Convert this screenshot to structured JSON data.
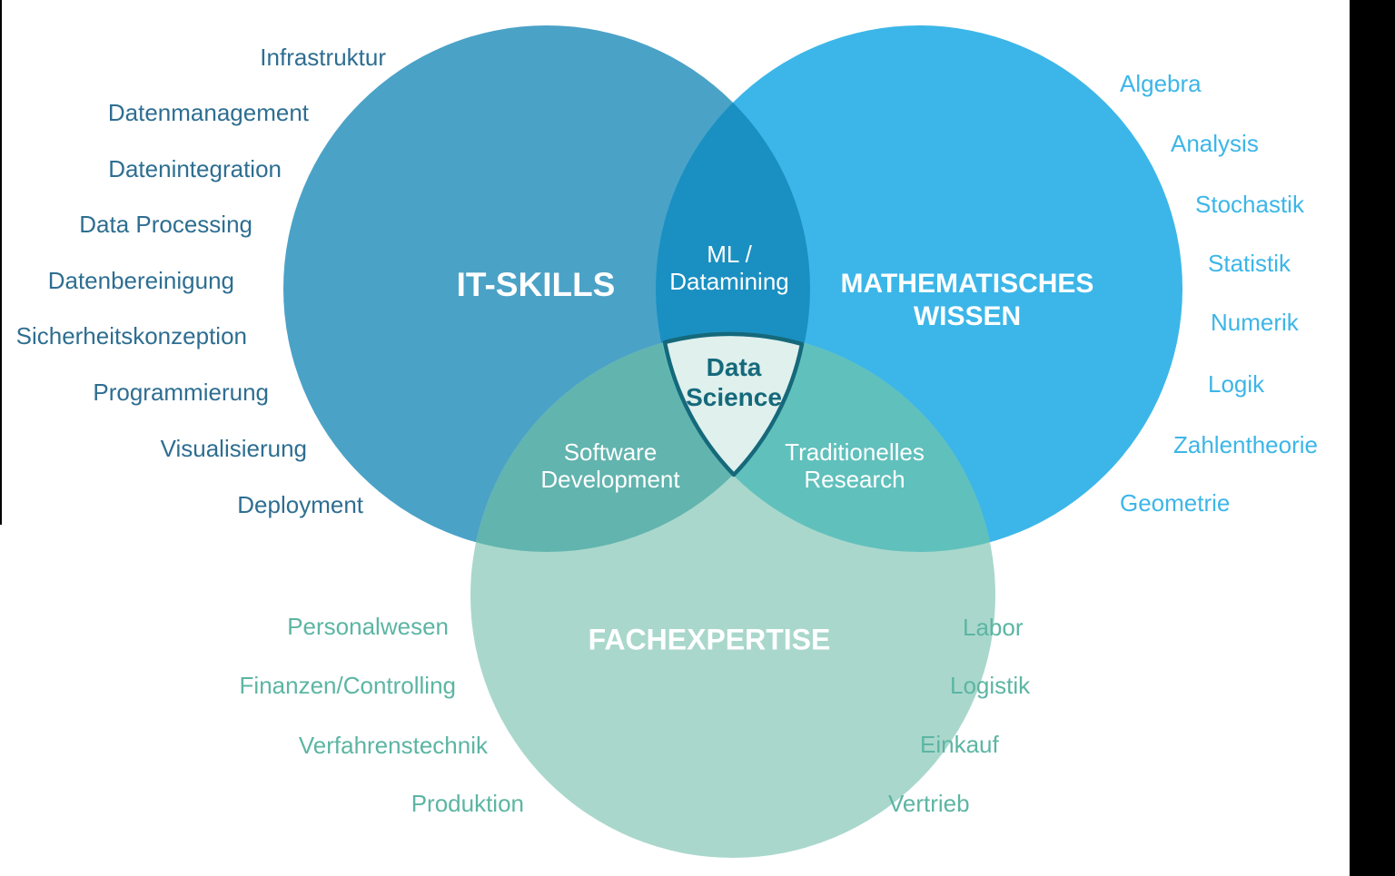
{
  "page": {
    "background": "#FFFFFF"
  },
  "artifacts": {
    "right_bar_color": "#000000",
    "left_edge_line_color": "#000000"
  },
  "venn": {
    "center": {
      "label": "Data\nScience",
      "fill": "#DFF0ED",
      "border": "#15697B",
      "text_color": "#15697B"
    },
    "it": {
      "title": "IT-SKILLS",
      "color": "#4BA2C7",
      "text_color": "#2E6E91",
      "items": [
        "Infrastruktur",
        "Datenmanagement",
        "Datenintegration",
        "Data Processing",
        "Datenbereinigung",
        "Sicherheitskonzeption",
        "Programmierung",
        "Visualisierung",
        "Deployment"
      ]
    },
    "math": {
      "title": "MATHEMATISCHES\nWISSEN",
      "color": "#3CB6E8",
      "text_color": "#3CB6E8",
      "items": [
        "Algebra",
        "Analysis",
        "Stochastik",
        "Statistik",
        "Numerik",
        "Logik",
        "Zahlentheorie",
        "Geometrie"
      ]
    },
    "fach": {
      "title": "FACHEXPERTISE",
      "color": "#A9D7CC",
      "text_color": "#5CB5A3",
      "items_left": [
        "Personalwesen",
        "Finanzen/Controlling",
        "Verfahrenstechnik",
        "Produktion"
      ],
      "items_right": [
        "Labor",
        "Logistik",
        "Einkauf",
        "Vertrieb"
      ]
    },
    "intersections": {
      "it_math": {
        "label": "ML /\nDatamining",
        "color": "#1A90C2"
      },
      "it_fach": {
        "label": "Software\nDevelopment",
        "color": "#62B4AE"
      },
      "math_fach": {
        "label": "Traditionelles\nResearch",
        "color": "#60C0BC"
      }
    }
  }
}
